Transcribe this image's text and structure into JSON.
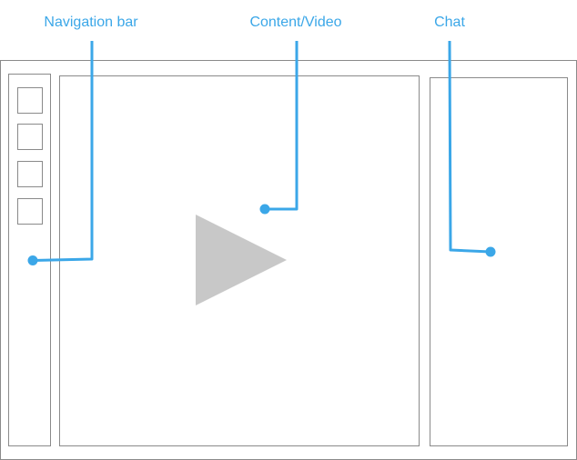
{
  "callouts": {
    "navigation": {
      "label": "Navigation bar"
    },
    "content": {
      "label": "Content/Video"
    },
    "chat": {
      "label": "Chat"
    }
  },
  "colors": {
    "accent": "#3ba7e8",
    "frame_stroke": "#8a8a8a",
    "play_fill": "#c8c8c8",
    "background": "#ffffff"
  },
  "nav_bar": {
    "icon_count": 4,
    "icon_name": "placeholder-square-icon"
  },
  "content": {
    "icon_name": "play-icon"
  }
}
